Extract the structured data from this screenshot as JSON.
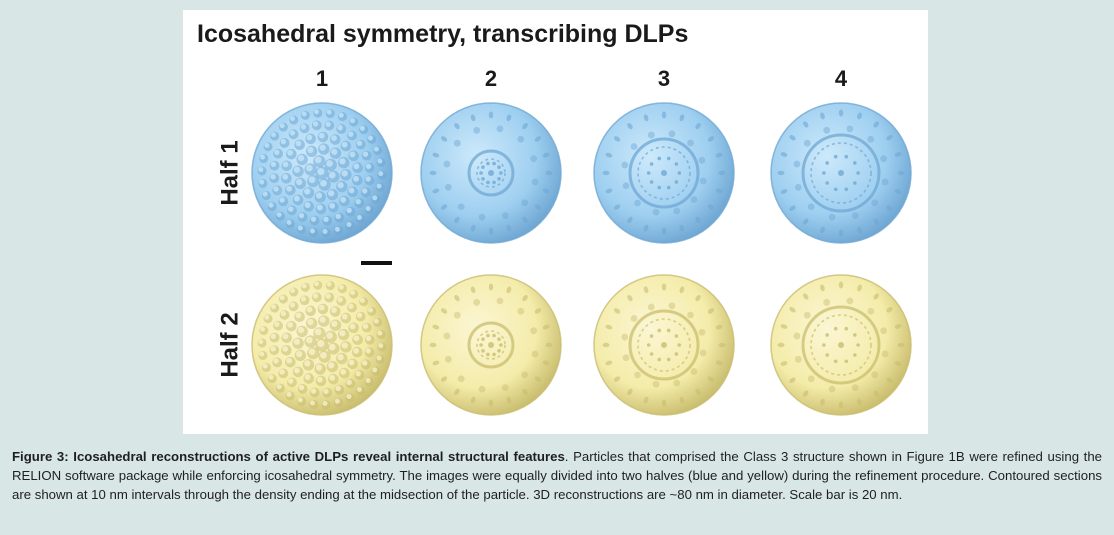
{
  "figure": {
    "title": "Icosahedral symmetry, transcribing DLPs",
    "columns": [
      "1",
      "2",
      "3",
      "4"
    ],
    "rows": [
      "Half 1",
      "Half 2"
    ],
    "colors": {
      "half1_fill": "#9ecff0",
      "half1_shade": "#6fa7d3",
      "half1_highlight": "#cde9fb",
      "half2_fill": "#f4ecaa",
      "half2_shade": "#c9bd6e",
      "half2_highlight": "#fbf6d4"
    }
  },
  "caption": {
    "heading": "Figure 3:  Icosahedral reconstructions of active DLPs reveal internal structural features",
    "body": ". Particles that comprised the Class 3 structure shown in Figure 1B were refined using the RELION software package while enforcing icosahedral symmetry. The images were equally divided into two halves (blue and yellow) during the refinement procedure. Contoured sections are shown at 10 nm intervals through the density ending at the midsection of the particle. 3D reconstructions are ~80 nm in diameter. Scale bar is 20 nm."
  }
}
